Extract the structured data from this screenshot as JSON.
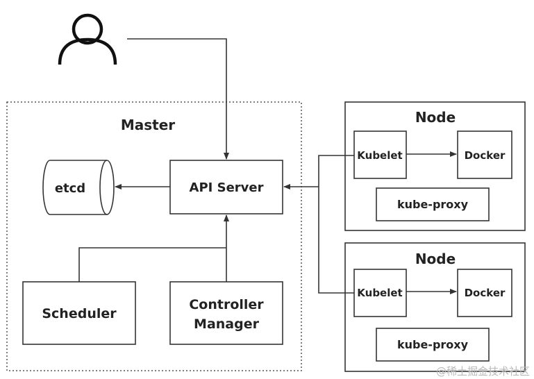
{
  "master": {
    "title": "Master"
  },
  "etcd": {
    "label": "etcd"
  },
  "api_server": {
    "label": "API Server"
  },
  "scheduler": {
    "label": "Scheduler"
  },
  "controller_manager": {
    "label_line1": "Controller",
    "label_line2": "Manager"
  },
  "nodes": [
    {
      "title": "Node",
      "kubelet": "Kubelet",
      "docker": "Docker",
      "proxy": "kube-proxy"
    },
    {
      "title": "Node",
      "kubelet": "Kubelet",
      "docker": "Docker",
      "proxy": "kube-proxy"
    }
  ],
  "user": {
    "icon": "user-icon"
  },
  "watermark": "@稀土掘金技术社区"
}
